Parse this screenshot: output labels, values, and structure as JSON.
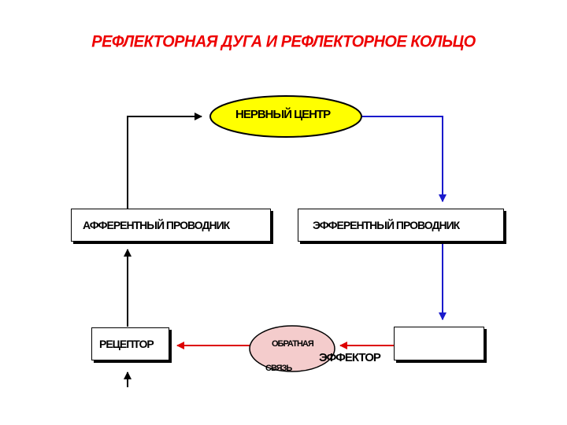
{
  "title": "РЕФЛЕКТОРНАЯ  ДУГА  И  РЕФЛЕКТОРНОЕ  КОЛЬЦО",
  "nodes": {
    "center": "НЕРВНЫЙ ЦЕНТР",
    "afferent": "АФФЕРЕНТНЫЙ ПРОВОДНИК",
    "efferent": "ЭФФЕРЕНТНЫЙ ПРОВОДНИК",
    "receptor": "РЕЦЕПТОР",
    "feedback_line1": "ОБРАТНАЯ",
    "feedback_line2": "СВЯЗЬ",
    "effector": "ЭФФЕКТОР"
  },
  "colors": {
    "title": "#ee0000",
    "center_fill": "#ffff00",
    "feedback_fill": "#f4cccc",
    "black_arrows": "#000000",
    "blue_arrows": "#1a1acc",
    "red_arrows": "#dd0000"
  }
}
